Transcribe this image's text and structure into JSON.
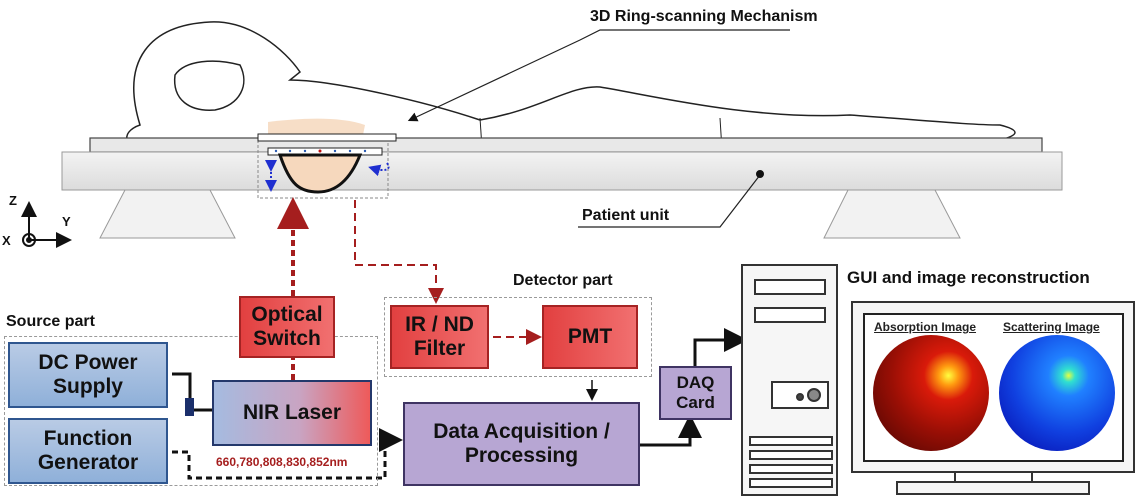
{
  "labels": {
    "ring_mechanism": "3D Ring-scanning Mechanism",
    "patient_unit": "Patient unit",
    "source_part": "Source part",
    "detector_part": "Detector part",
    "gui": "GUI and image reconstruction",
    "axis_z": "Z",
    "axis_y": "Y",
    "axis_x": "X"
  },
  "blocks": {
    "dc_power": [
      "DC Power",
      "Supply"
    ],
    "function_gen": [
      "Function",
      "Generator"
    ],
    "nir_laser": "NIR Laser",
    "optical_switch": [
      "Optical",
      "Switch"
    ],
    "ir_nd_filter": [
      "IR / ND",
      "Filter"
    ],
    "pmt": "PMT",
    "daq_processing": [
      "Data Acquisition /",
      "Processing"
    ],
    "daq_card": [
      "DAQ",
      "Card"
    ]
  },
  "wavelengths": "660,780,808,830,852nm",
  "monitor": {
    "absorption_label": "Absorption Image",
    "scattering_label": "Scattering Image"
  },
  "colors": {
    "source_blue": "#8fb0d9",
    "detector_red": "#e24040",
    "processing_purple": "#b7a6d3",
    "optical_path": "#a51e1e"
  }
}
